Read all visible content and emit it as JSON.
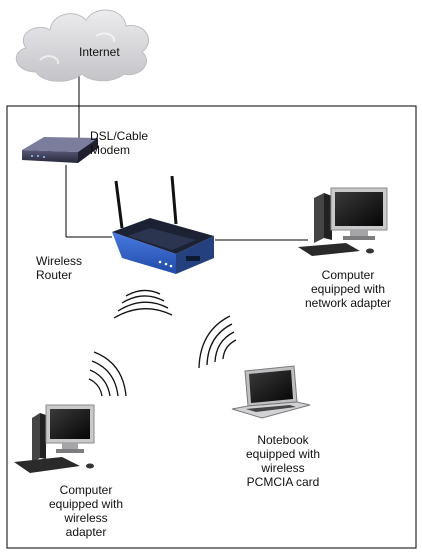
{
  "diagram": {
    "nodes": {
      "internet": {
        "label": "Internet",
        "icon": "cloud-icon"
      },
      "modem": {
        "label": "DSL/Cable\nModem",
        "icon": "modem-icon"
      },
      "router": {
        "label": "Wireless\nRouter",
        "icon": "router-icon"
      },
      "wired_computer": {
        "label": "Computer\nequipped with\nnetwork adapter",
        "icon": "desktop-computer-icon"
      },
      "notebook": {
        "label": "Notebook\nequipped with\nwireless\nPCMCIA card",
        "icon": "laptop-icon"
      },
      "wireless_computer": {
        "label": "Computer\nequipped with\nwireless\nadapter",
        "icon": "desktop-computer-icon"
      }
    },
    "colors": {
      "router_body": "#2f5fc4",
      "router_top": "#1c2233",
      "cloud": "#d9d9dc",
      "lines": "#000000"
    }
  }
}
